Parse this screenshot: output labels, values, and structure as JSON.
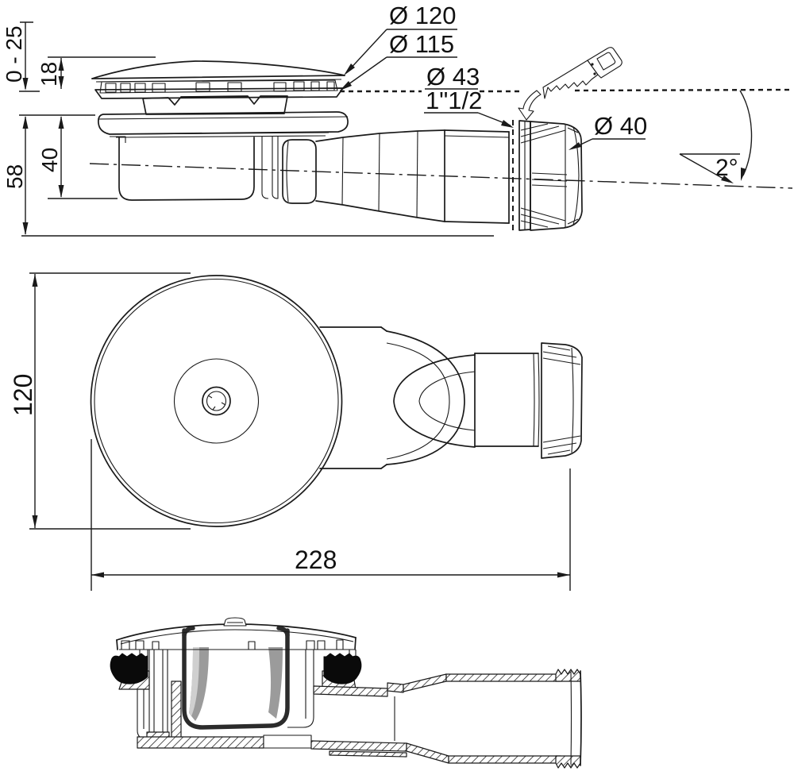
{
  "drawing": {
    "type": "technical-dimension-drawing",
    "subject": "extra-flat shower tray drain trap: side elevation, top view and cross-section",
    "colors": {
      "line": "#1a1a1a",
      "background": "#ffffff",
      "seal": "#0a0a0a",
      "insert_gray": "#9b9b9b",
      "insert_light_gray": "#cfcfcf"
    },
    "labels": {
      "adjust_range": "0 - 25",
      "grate_height": "18",
      "cup_depth": "40",
      "total_height": "58",
      "cover_diameter": "Ø 120",
      "flange_diameter": "Ø 115",
      "pipe_diameter": "Ø 43",
      "thread_size": "1\"1/2",
      "outlet_diameter": "Ø 40",
      "outlet_slope": "2°",
      "cover_diameter_top": "120",
      "overall_length": "228"
    },
    "icons": {
      "saw": "saw-icon",
      "cut_direction": "curved-arrow-icon"
    }
  }
}
